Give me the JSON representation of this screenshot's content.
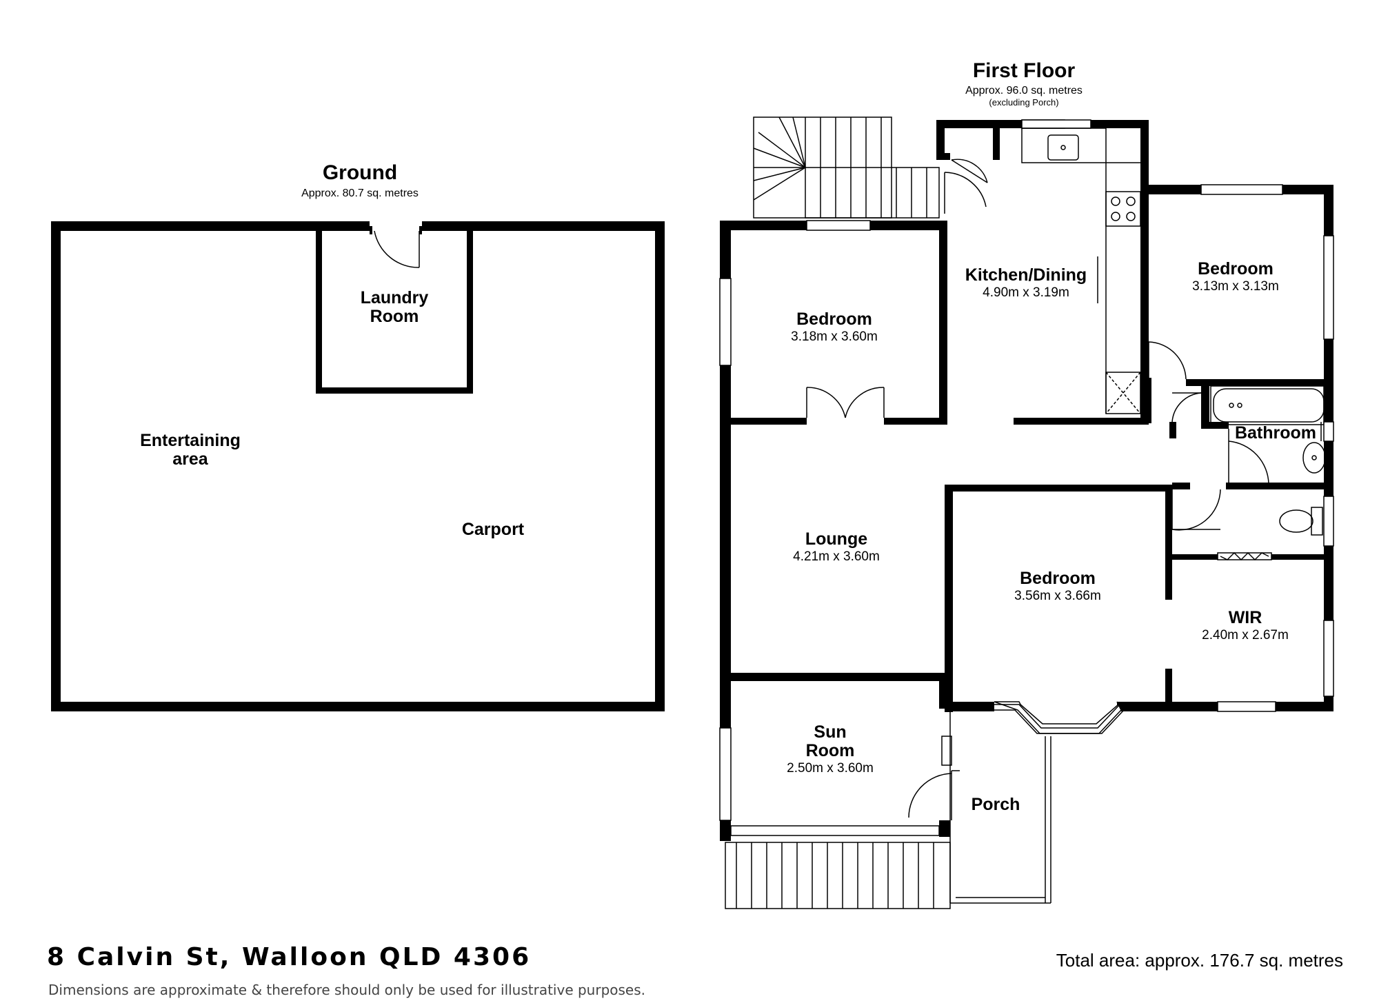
{
  "ground": {
    "title": "Ground",
    "area": "Approx. 80.7 sq. metres",
    "rooms": {
      "laundry_1": "Laundry",
      "laundry_2": "Room",
      "entertaining_1": "Entertaining",
      "entertaining_2": "area",
      "carport": "Carport"
    }
  },
  "first_floor": {
    "title": "First Floor",
    "area": "Approx. 96.0 sq. metres",
    "note": "(excluding Porch)",
    "rooms": {
      "kitchen": {
        "name": "Kitchen/Dining",
        "dims": "4.90m x 3.19m"
      },
      "bedroom_ne": {
        "name": "Bedroom",
        "dims": "3.13m x 3.13m"
      },
      "bedroom_nw": {
        "name": "Bedroom",
        "dims": "3.18m x 3.60m"
      },
      "bathroom": {
        "name": "Bathroom"
      },
      "lounge": {
        "name": "Lounge",
        "dims": "4.21m x 3.60m"
      },
      "bedroom_s": {
        "name": "Bedroom",
        "dims": "3.56m x 3.66m"
      },
      "wir": {
        "name": "WIR",
        "dims": "2.40m x 2.67m"
      },
      "sunroom": {
        "name_1": "Sun",
        "name_2": "Room",
        "dims": "2.50m x 3.60m"
      },
      "porch": {
        "name": "Porch"
      }
    }
  },
  "footer": {
    "address": "8 Calvin St, Walloon QLD 4306",
    "disclaimer": "Dimensions are approximate & therefore should only be used for illustrative purposes.",
    "total_area": "Total area: approx. 176.7 sq. metres"
  }
}
